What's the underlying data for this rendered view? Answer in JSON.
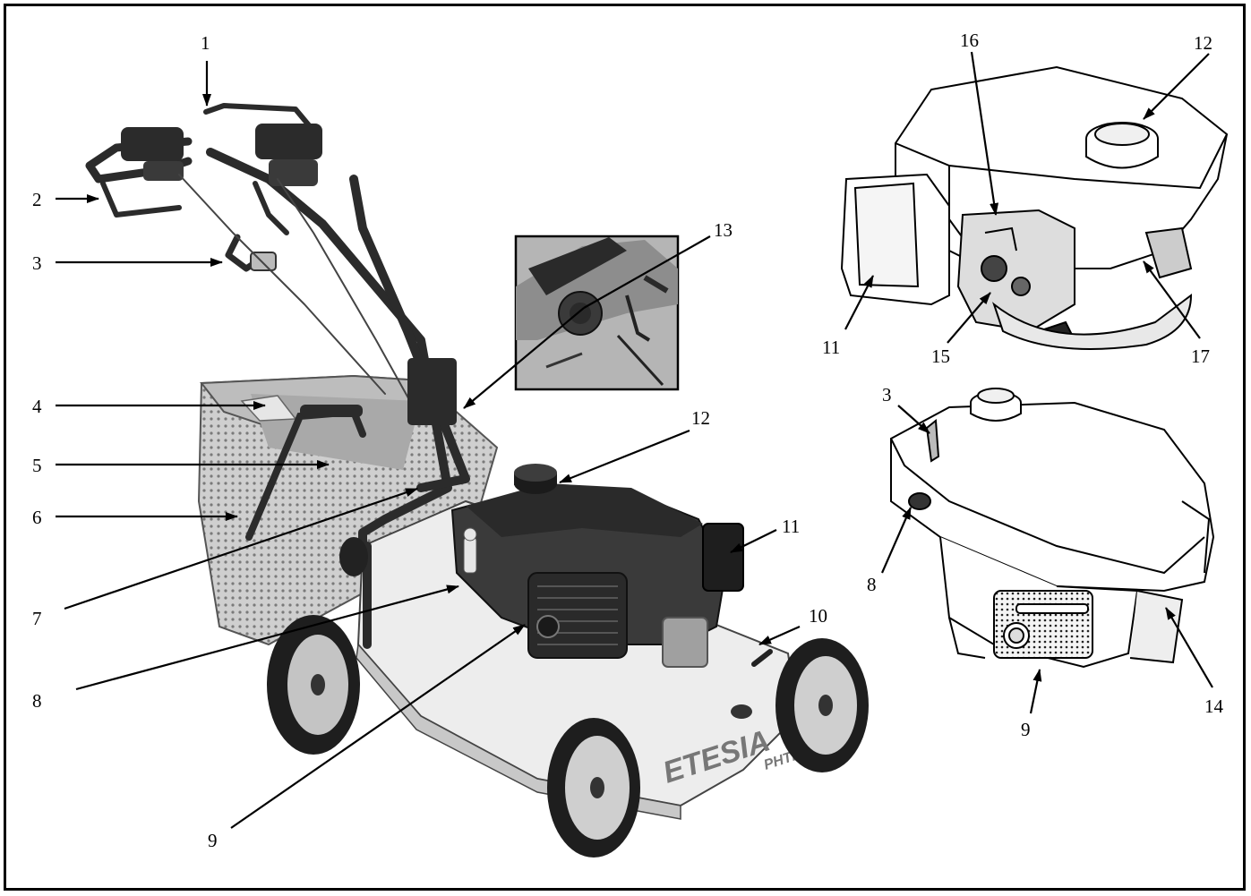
{
  "figure": {
    "labels": [
      "1",
      "2",
      "3",
      "4",
      "5",
      "6",
      "7",
      "8",
      "9",
      "10",
      "11",
      "12",
      "13",
      "14",
      "15",
      "16",
      "17"
    ],
    "branding": {
      "deck_brand": "ETESIA",
      "model": "PHTE3"
    }
  },
  "colors": {
    "frame": "#000000",
    "photo_dark": "#2b2b2b",
    "photo_mid": "#8a8a8a",
    "photo_light": "#dcdcdc",
    "photo_deck": "#ececec"
  }
}
